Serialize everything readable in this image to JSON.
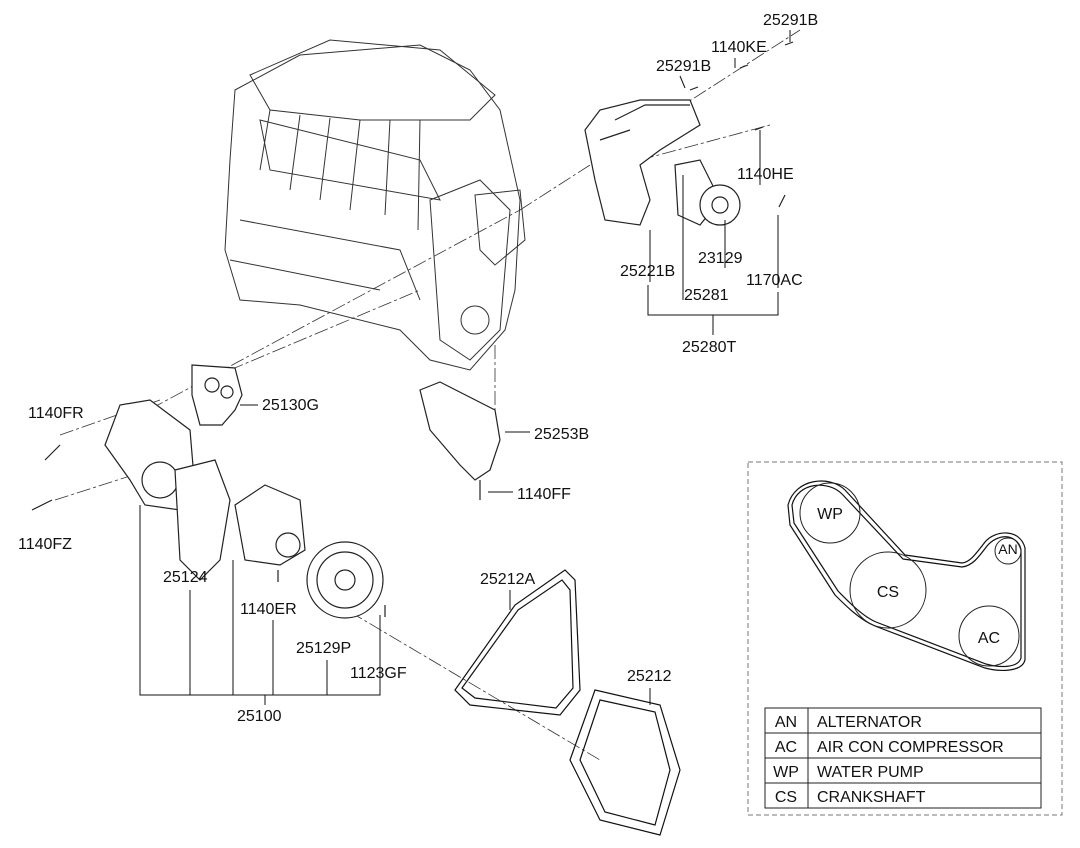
{
  "parts": {
    "p25291B_top": "25291B",
    "p1140KE": "1140KE",
    "p25291B": "25291B",
    "p1140HE": "1140HE",
    "p23129": "23129",
    "p25221B": "25221B",
    "p25281": "25281",
    "p1170AC": "1170AC",
    "p25280T": "25280T",
    "p25130G": "25130G",
    "p1140FR": "1140FR",
    "p25253B": "25253B",
    "p1140FF": "1140FF",
    "p1140FZ": "1140FZ",
    "p25124": "25124",
    "p1140ER": "1140ER",
    "p25129P": "25129P",
    "p1123GF": "1123GF",
    "p25100": "25100",
    "p25212A": "25212A",
    "p25212": "25212"
  },
  "belt_layout": {
    "pulleys": {
      "wp": "WP",
      "cs": "CS",
      "an": "AN",
      "ac": "AC"
    },
    "legend": [
      {
        "code": "AN",
        "name": "ALTERNATOR"
      },
      {
        "code": "AC",
        "name": "AIR CON COMPRESSOR"
      },
      {
        "code": "WP",
        "name": "WATER PUMP"
      },
      {
        "code": "CS",
        "name": "CRANKSHAFT"
      }
    ]
  }
}
